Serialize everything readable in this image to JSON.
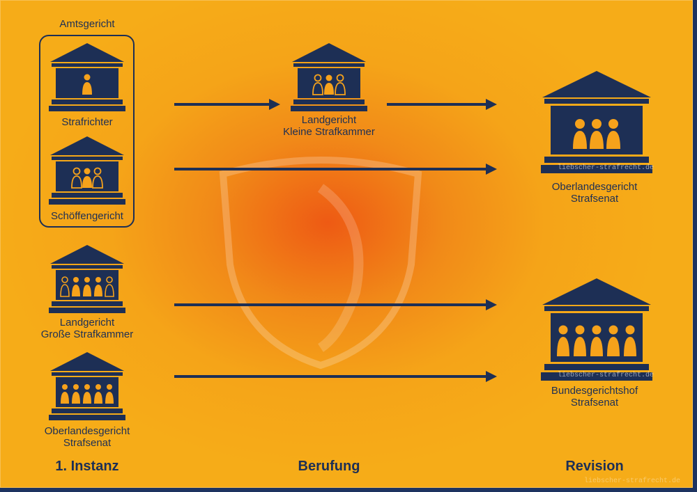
{
  "columns": {
    "first_instance": "1. Instanz",
    "appeal": "Berufung",
    "revision": "Revision"
  },
  "courts": {
    "amtsgericht_group": "Amtsgericht",
    "strafrichter": "Strafrichter",
    "schoeffengericht": "Schöffengericht",
    "lg_grosse_line1": "Landgericht",
    "lg_grosse_line2": "Große Strafkammer",
    "olg_first_line1": "Oberlandesgericht",
    "olg_first_line2": "Strafsenat",
    "lg_kleine_line1": "Landgericht",
    "lg_kleine_line2": "Kleine Strafkammer",
    "olg_revision_line1": "Oberlandesgericht",
    "olg_revision_line2": "Strafsenat",
    "bgh_line1": "Bundesgerichtshof",
    "bgh_line2": "Strafsenat"
  },
  "watermarks": {
    "olg": "liebscher-strafrecht.de",
    "bgh": "liebscher-strafrecht.de",
    "corner": "liebscher-strafrecht.de"
  },
  "colors": {
    "navy": "#1d2f55",
    "orange_figure": "#f6a21b",
    "background_center": "#ee5a14",
    "background_edge": "#f6ac18"
  }
}
